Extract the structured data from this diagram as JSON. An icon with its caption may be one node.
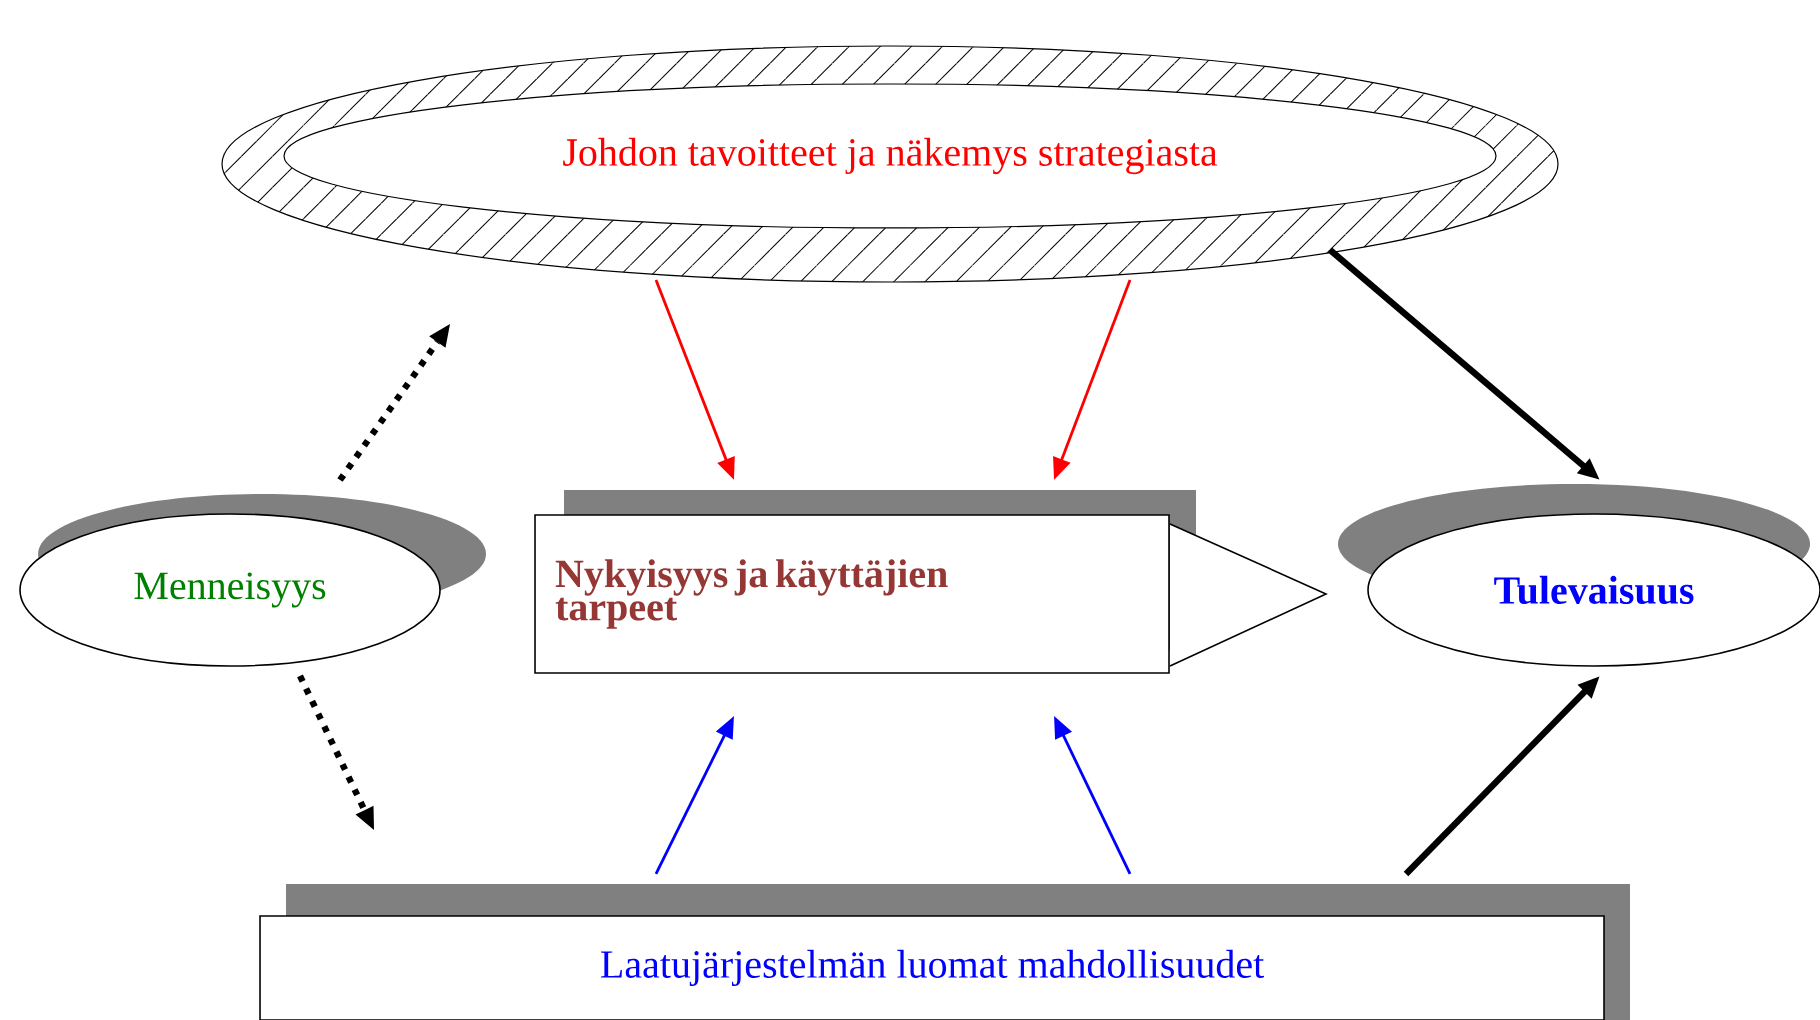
{
  "diagram": {
    "nodes": [
      {
        "text": [
          "Johdon tavoitteet ja näkemys strategiasta"
        ]
      },
      {
        "text": [
          "Menneisyys"
        ]
      },
      {
        "text": [
          "Nykyisyys ja käyttäjien tarpeet"
        ]
      },
      {
        "text": [
          "Tulevaisuus"
        ]
      },
      {
        "text": [
          "Laatujärjestelmän luomat mahdollisuudet"
        ]
      }
    ],
    "edges": [
      {
        "from": 0,
        "to": 2,
        "arrow": "to",
        "color": "#ff0000"
      },
      {
        "from": 0,
        "to": 2,
        "arrow": "to",
        "color": "#ff0000"
      },
      {
        "from": 0,
        "to": 3,
        "arrow": "to",
        "style": "thick"
      },
      {
        "from": 1,
        "to": 0,
        "arrow": "to",
        "style": "dashed"
      },
      {
        "from": 1,
        "to": 4,
        "arrow": "to",
        "style": "dashed"
      },
      {
        "from": 4,
        "to": 2,
        "arrow": "to",
        "color": "#0000ff"
      },
      {
        "from": 4,
        "to": 2,
        "arrow": "to",
        "color": "#0000ff"
      },
      {
        "from": 4,
        "to": 3,
        "arrow": "to",
        "style": "thick"
      }
    ]
  }
}
